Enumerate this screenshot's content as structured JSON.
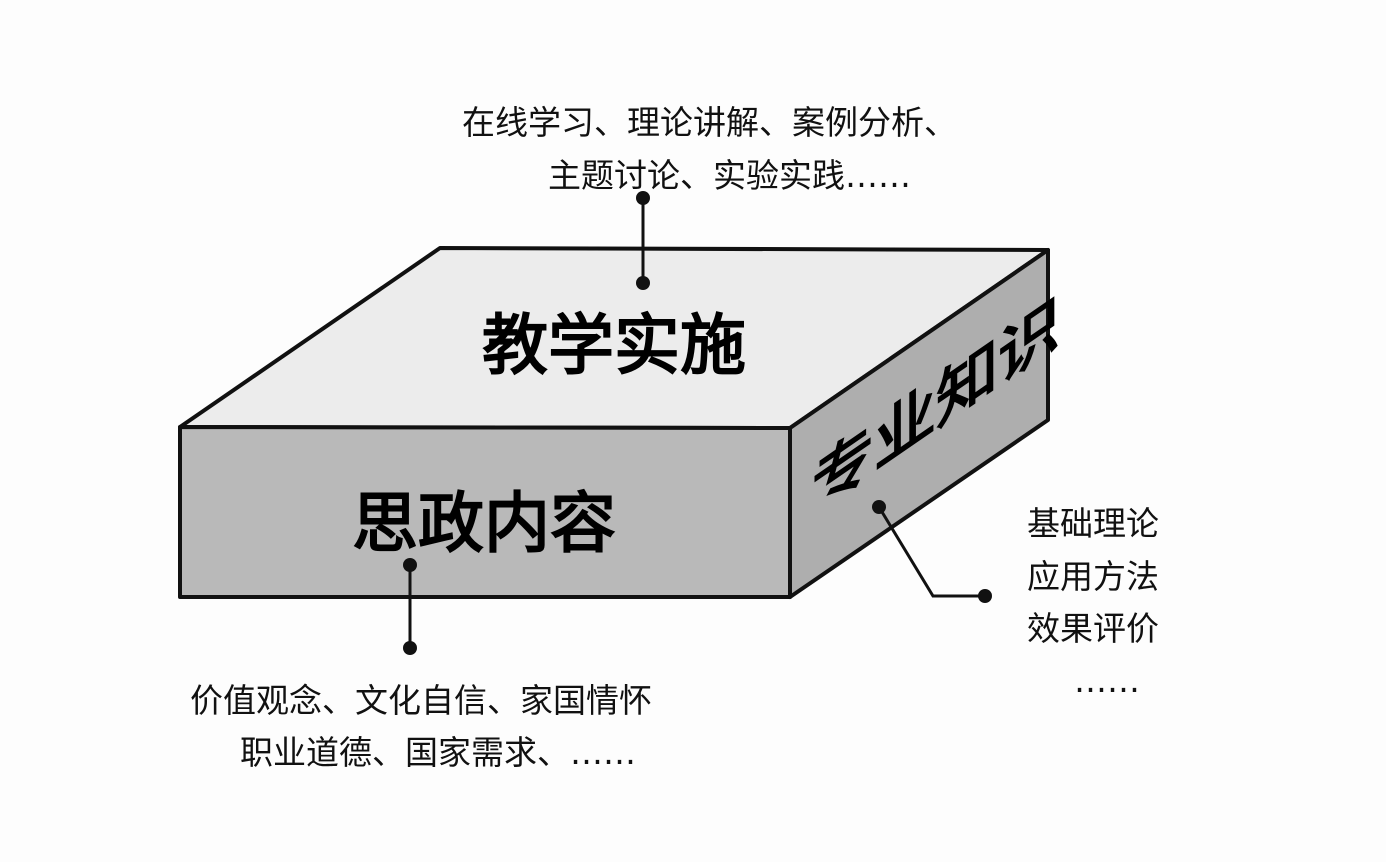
{
  "faces": {
    "top": "教学实施",
    "front": "思政内容",
    "side": "专业知识"
  },
  "annotations": {
    "top": [
      "在线学习、理论讲解、案例分析、",
      "主题讨论、实验实践……"
    ],
    "front": [
      "价值观念、文化自信、家国情怀",
      "职业道德、国家需求、……"
    ],
    "side": [
      "基础理论",
      "应用方法",
      "效果评价",
      "……"
    ]
  },
  "colors": {
    "top_face": "#ececec",
    "front_face": "#b9b9b9",
    "side_face": "#aeaeae",
    "outline": "#111111"
  }
}
